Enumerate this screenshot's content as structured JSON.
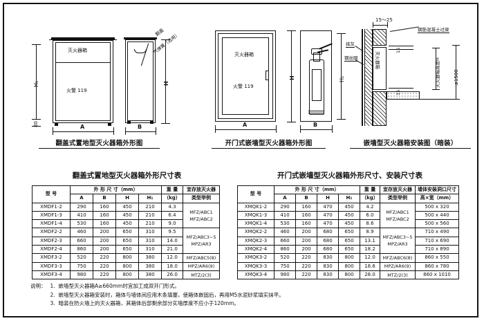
{
  "figures": [
    {
      "id": "floor-standing",
      "caption": "翻盖式置地型灭火器箱外形图",
      "front_text_top": "灭火器箱",
      "front_text_bottom": "火警 119",
      "dim_width": "A",
      "dim_depth": "B",
      "dim_height": "H",
      "dim_height_sub": "H₁",
      "dim_base": "80",
      "side_notes": [
        "翻盖",
        "气弹簧（选用）"
      ]
    },
    {
      "id": "wall-embedded",
      "caption": "开门式嵌墙型灭火器箱外形图",
      "front_text_top": "灭火器箱",
      "front_text_bottom": "火警 119",
      "dim_width": "A",
      "dim_depth": "B",
      "dim_height": "H",
      "dim_height_sub": "H₁"
    },
    {
      "id": "installation-detail",
      "caption": "嵌墙型灭火器箱安装图（暗装）",
      "box_label": "灭火器箱",
      "top_dim": "15～25",
      "annotations": [
        "抹灰",
        "钢丝网",
        "钢筋混凝土过梁"
      ],
      "gap_top": "15",
      "gap_bottom": "15",
      "height_label": "灭火器箱高度H",
      "overall_height": "≤1500"
    }
  ],
  "table_left": {
    "title": "翻盖式置地型灭火器箱外形尺寸表",
    "headers": {
      "model": "型  号",
      "dims_group": "外 形 尺 寸（mm）",
      "a": "A",
      "b": "B",
      "h": "H",
      "h1": "H₁",
      "weight": "重  量",
      "weight_unit": "（kg）",
      "types": "宜存放灭火器",
      "types2": "类型举例"
    },
    "rows": [
      {
        "model": "XMDF1-2",
        "a": "290",
        "b": "160",
        "h": "450",
        "h1": "210",
        "w": "4.3"
      },
      {
        "model": "XMDF1-3",
        "a": "410",
        "b": "160",
        "h": "450",
        "h1": "210",
        "w": "6.4"
      },
      {
        "model": "XMDF1-4",
        "a": "530",
        "b": "160",
        "h": "450",
        "h1": "210",
        "w": "9.0"
      },
      {
        "model": "XMDF2-2",
        "a": "460",
        "b": "200",
        "h": "650",
        "h1": "310",
        "w": "9.5"
      },
      {
        "model": "XMDF2-3",
        "a": "660",
        "b": "200",
        "h": "650",
        "h1": "310",
        "w": "14.0"
      },
      {
        "model": "XMDF2-4",
        "a": "860",
        "b": "200",
        "h": "650",
        "h1": "310",
        "w": "21.0"
      },
      {
        "model": "XMDF3-2",
        "a": "520",
        "b": "220",
        "h": "800",
        "h1": "380",
        "w": "12.0"
      },
      {
        "model": "XMDF3-3",
        "a": "750",
        "b": "220",
        "h": "800",
        "h1": "380",
        "w": "18.0"
      },
      {
        "model": "XMDF3-4",
        "a": "980",
        "b": "220",
        "h": "800",
        "h1": "380",
        "w": "26.0"
      }
    ],
    "type_groups": [
      {
        "span": 3,
        "line1": "MFZ/ABC1",
        "line2": "MFZ/ABC2"
      },
      {
        "span": 3,
        "line1": "MFZ/ABC3~5",
        "line2": "MPZ/AR3"
      },
      {
        "span": 1,
        "line1": "MFZ/ABC5(8)",
        "line2": ""
      },
      {
        "span": 1,
        "line1": "MPZ/AR6(9)",
        "line2": ""
      },
      {
        "span": 1,
        "line1": "MTZ/2(3)",
        "line2": ""
      }
    ]
  },
  "table_right": {
    "title": "开门式嵌墙型灭火器箱外形尺寸、安装尺寸表",
    "headers": {
      "model": "型  号",
      "dims_group": "外 形 尺 寸（mm）",
      "a": "A",
      "b": "B",
      "h": "H",
      "h1": "H₁",
      "weight": "重  量",
      "weight_unit": "（kg）",
      "types": "宜存放灭火器",
      "types2": "类型举例",
      "opening": "墙体安装洞口尺寸",
      "opening2": "高×宽（mm）"
    },
    "rows": [
      {
        "model": "XMQK1-2",
        "a": "290",
        "b": "160",
        "h": "470",
        "h1": "450",
        "w": "4.2",
        "open": "500 x  320"
      },
      {
        "model": "XMQK1-3",
        "a": "410",
        "b": "160",
        "h": "470",
        "h1": "450",
        "w": "6.0",
        "open": "500 x  440"
      },
      {
        "model": "XMQK1-4",
        "a": "530",
        "b": "160",
        "h": "470",
        "h1": "450",
        "w": "8.6",
        "open": "500 x  560"
      },
      {
        "model": "XMQK2-2",
        "a": "460",
        "b": "200",
        "h": "680",
        "h1": "650",
        "w": "8.9",
        "open": "710 x  490"
      },
      {
        "model": "XMQK2-3",
        "a": "660",
        "b": "200",
        "h": "680",
        "h1": "650",
        "w": "13.1",
        "open": "710 x  690"
      },
      {
        "model": "XMQK2-4",
        "a": "860",
        "b": "200",
        "h": "680",
        "h1": "650",
        "w": "18.2",
        "open": "710 x  890"
      },
      {
        "model": "XMQK3-2",
        "a": "520",
        "b": "220",
        "h": "830",
        "h1": "800",
        "w": "12.0",
        "open": "860 x  550"
      },
      {
        "model": "XMQK3-3",
        "a": "750",
        "b": "220",
        "h": "830",
        "h1": "800",
        "w": "18.6",
        "open": "860 x  780"
      },
      {
        "model": "XMQK3-4",
        "a": "980",
        "b": "220",
        "h": "830",
        "h1": "800",
        "w": "28.0",
        "open": "860 x  1010"
      }
    ],
    "type_groups": [
      {
        "span": 3,
        "line1": "MFZ/ABC1",
        "line2": "MFZ/ABC2"
      },
      {
        "span": 3,
        "line1": "MFZ/ABC3~5",
        "line2": "MPZ/AR3"
      },
      {
        "span": 1,
        "line1": "MFZ/ABC6(8)",
        "line2": ""
      },
      {
        "span": 1,
        "line1": "MPZ/AR6(9)",
        "line2": ""
      },
      {
        "span": 1,
        "line1": "MTZ/2(3)",
        "line2": ""
      }
    ]
  },
  "notes": {
    "label": "说明：",
    "items": [
      "嵌墙型灭火器箱A≥660mm时宜加工成双开门形式。",
      "嵌墙型灭火器箱安装时，箱体与墙体间应用木条填塞，使箱体嵌固后，再用M5水泥砂浆填实抹平。",
      "暗装在防火墙上的灭火器箱，其箱体后部剩余部分实墙厚度不应小于120mm。"
    ]
  }
}
